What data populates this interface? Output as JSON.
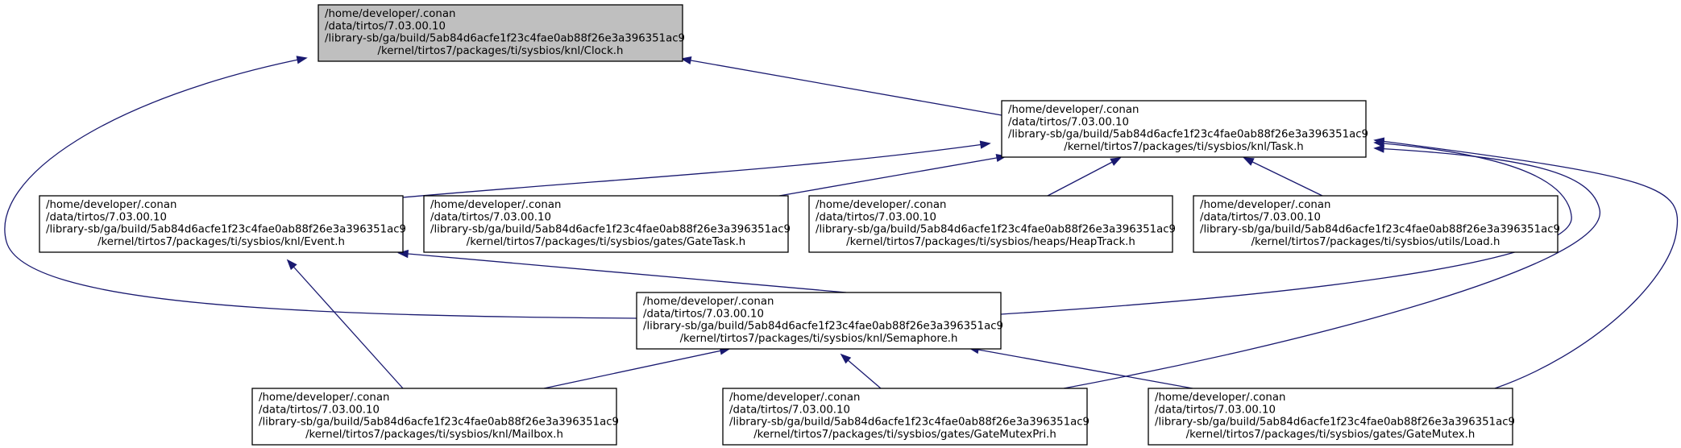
{
  "colors": {
    "edge": "#191970",
    "focus_fill": "#bfbfbf",
    "node_fill": "#ffffff",
    "border": "#000000"
  },
  "nodes": [
    {
      "id": "clock",
      "focus": true,
      "lines": [
        "/home/developer/.conan",
        "/data/tirtos/7.03.00.10",
        "/library-sb/ga/build/5ab84d6acfe1f23c4fae0ab88f26e3a396351ac9",
        "/kernel/tirtos7/packages/ti/sysbios/knl/Clock.h"
      ]
    },
    {
      "id": "task",
      "lines": [
        "/home/developer/.conan",
        "/data/tirtos/7.03.00.10",
        "/library-sb/ga/build/5ab84d6acfe1f23c4fae0ab88f26e3a396351ac9",
        "/kernel/tirtos7/packages/ti/sysbios/knl/Task.h"
      ]
    },
    {
      "id": "event",
      "lines": [
        "/home/developer/.conan",
        "/data/tirtos/7.03.00.10",
        "/library-sb/ga/build/5ab84d6acfe1f23c4fae0ab88f26e3a396351ac9",
        "/kernel/tirtos7/packages/ti/sysbios/knl/Event.h"
      ]
    },
    {
      "id": "gatetask",
      "lines": [
        "/home/developer/.conan",
        "/data/tirtos/7.03.00.10",
        "/library-sb/ga/build/5ab84d6acfe1f23c4fae0ab88f26e3a396351ac9",
        "/kernel/tirtos7/packages/ti/sysbios/gates/GateTask.h"
      ]
    },
    {
      "id": "heaptrack",
      "lines": [
        "/home/developer/.conan",
        "/data/tirtos/7.03.00.10",
        "/library-sb/ga/build/5ab84d6acfe1f23c4fae0ab88f26e3a396351ac9",
        "/kernel/tirtos7/packages/ti/sysbios/heaps/HeapTrack.h"
      ]
    },
    {
      "id": "load",
      "lines": [
        "/home/developer/.conan",
        "/data/tirtos/7.03.00.10",
        "/library-sb/ga/build/5ab84d6acfe1f23c4fae0ab88f26e3a396351ac9",
        "/kernel/tirtos7/packages/ti/sysbios/utils/Load.h"
      ]
    },
    {
      "id": "semaphore",
      "lines": [
        "/home/developer/.conan",
        "/data/tirtos/7.03.00.10",
        "/library-sb/ga/build/5ab84d6acfe1f23c4fae0ab88f26e3a396351ac9",
        "/kernel/tirtos7/packages/ti/sysbios/knl/Semaphore.h"
      ]
    },
    {
      "id": "mailbox",
      "lines": [
        "/home/developer/.conan",
        "/data/tirtos/7.03.00.10",
        "/library-sb/ga/build/5ab84d6acfe1f23c4fae0ab88f26e3a396351ac9",
        "/kernel/tirtos7/packages/ti/sysbios/knl/Mailbox.h"
      ]
    },
    {
      "id": "gatemutexpri",
      "lines": [
        "/home/developer/.conan",
        "/data/tirtos/7.03.00.10",
        "/library-sb/ga/build/5ab84d6acfe1f23c4fae0ab88f26e3a396351ac9",
        "/kernel/tirtos7/packages/ti/sysbios/gates/GateMutexPri.h"
      ]
    },
    {
      "id": "gatemutex",
      "lines": [
        "/home/developer/.conan",
        "/data/tirtos/7.03.00.10",
        "/library-sb/ga/build/5ab84d6acfe1f23c4fae0ab88f26e3a396351ac9",
        "/kernel/tirtos7/packages/ti/sysbios/gates/GateMutex.h"
      ]
    }
  ],
  "edges": [
    {
      "from": "task",
      "to": "clock"
    },
    {
      "from": "semaphore",
      "to": "clock"
    },
    {
      "from": "event",
      "to": "task"
    },
    {
      "from": "gatetask",
      "to": "task"
    },
    {
      "from": "heaptrack",
      "to": "task"
    },
    {
      "from": "load",
      "to": "task"
    },
    {
      "from": "semaphore",
      "to": "task"
    },
    {
      "from": "gatemutexpri",
      "to": "task"
    },
    {
      "from": "gatemutex",
      "to": "task"
    },
    {
      "from": "semaphore",
      "to": "event"
    },
    {
      "from": "mailbox",
      "to": "event"
    },
    {
      "from": "mailbox",
      "to": "semaphore"
    },
    {
      "from": "gatemutexpri",
      "to": "semaphore"
    },
    {
      "from": "gatemutex",
      "to": "semaphore"
    }
  ]
}
